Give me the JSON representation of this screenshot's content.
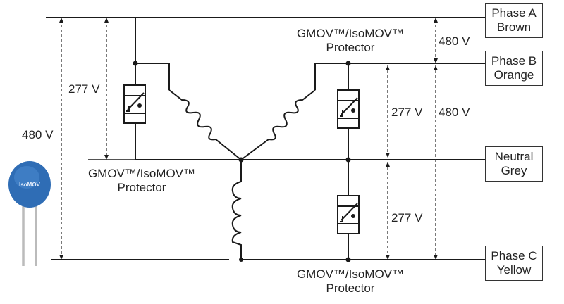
{
  "phases": [
    {
      "id": "a",
      "line1": "Phase A",
      "line2": "Brown"
    },
    {
      "id": "b",
      "line1": "Phase B",
      "line2": "Orange"
    },
    {
      "id": "n",
      "line1": "Neutral",
      "line2": "Grey"
    },
    {
      "id": "c",
      "line1": "Phase C",
      "line2": "Yellow"
    }
  ],
  "protectors": {
    "top_right": {
      "line1": "GMOV™/IsoMOV™",
      "line2": "Protector"
    },
    "left": {
      "line1": "GMOV™/IsoMOV™",
      "line2": "Protector"
    },
    "bottom_right": {
      "line1": "GMOV™/IsoMOV™",
      "line2": "Protector"
    }
  },
  "voltages": {
    "left_phase_neutral": "277 V",
    "left_line_line": "480 V",
    "right_ab": "480 V",
    "right_b_neutral": "277 V",
    "right_b_c": "480 V",
    "right_neutral_c": "277 V"
  },
  "component_photo": {
    "brand_mark": "IsoMOV",
    "body_color": "#2f6db5"
  }
}
